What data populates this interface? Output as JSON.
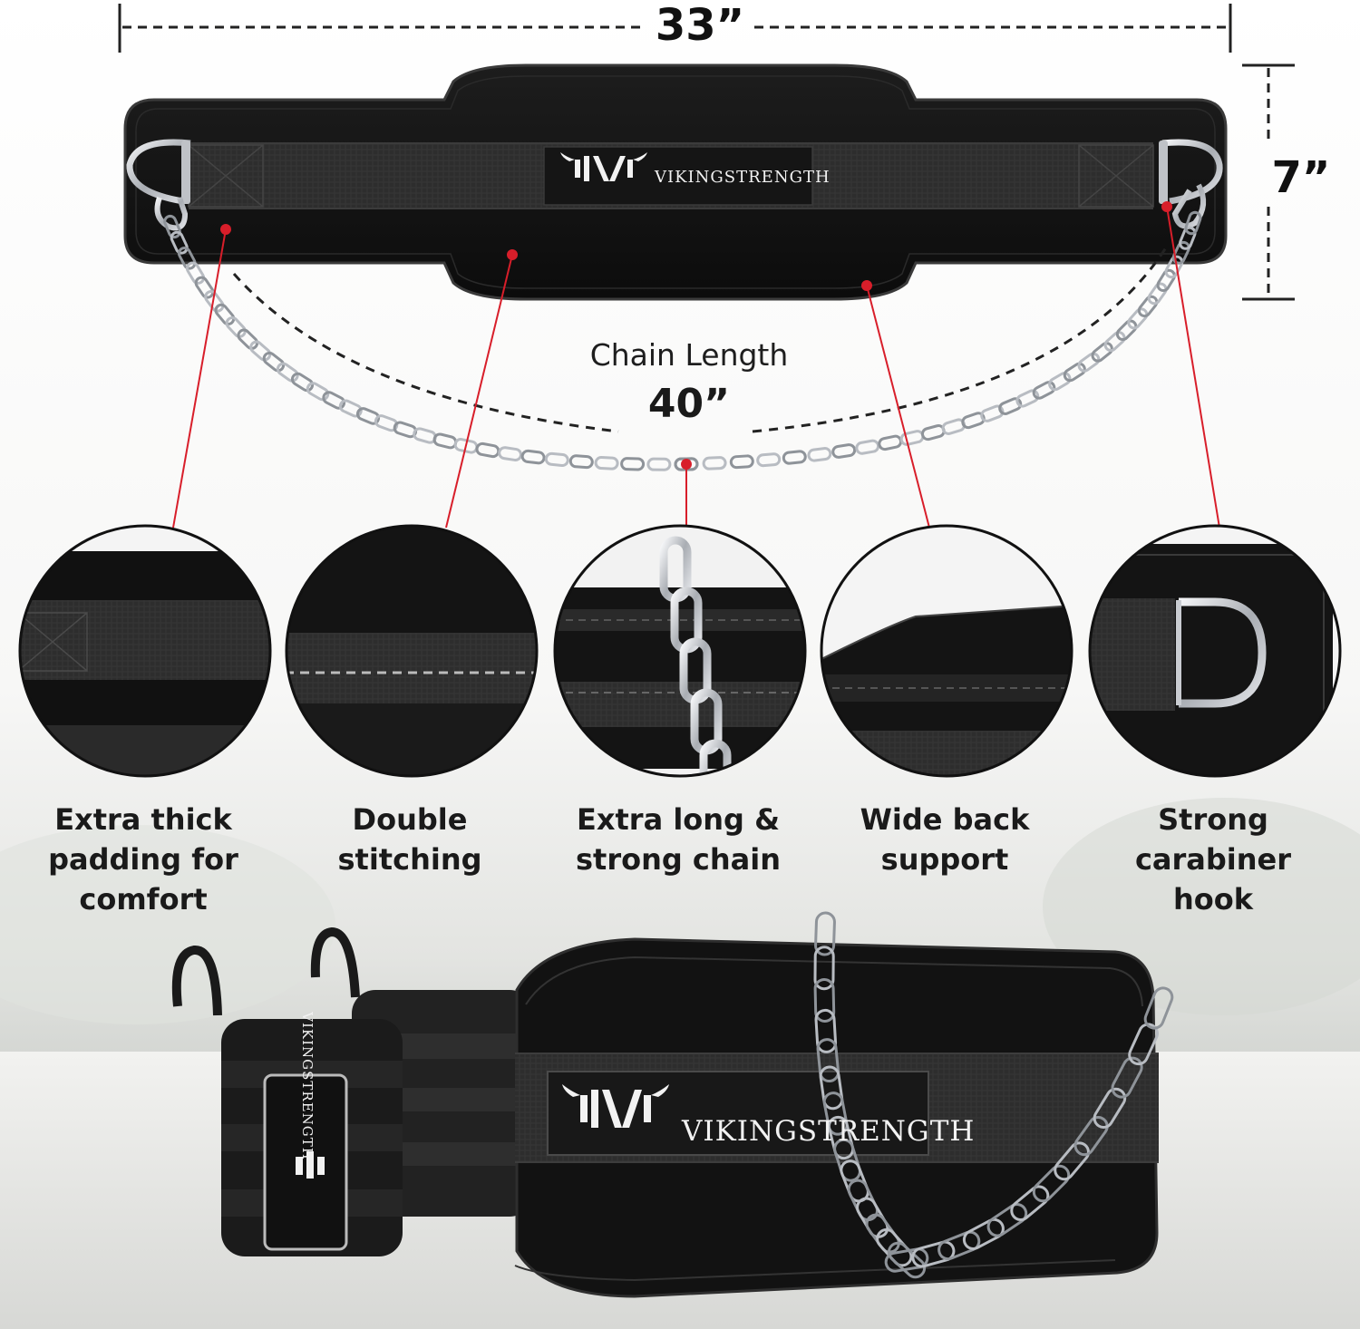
{
  "dimensions": {
    "width_label": "33”",
    "height_label": "7”"
  },
  "chain": {
    "title": "Chain Length",
    "value": "40”"
  },
  "brand": {
    "name": "VIKINGSTRENGTH"
  },
  "features": [
    {
      "line1": "Extra thick",
      "line2": "padding for",
      "line3": "comfort"
    },
    {
      "line1": "Double",
      "line2": "stitching",
      "line3": ""
    },
    {
      "line1": "Extra long &",
      "line2": "strong chain",
      "line3": ""
    },
    {
      "line1": "Wide back",
      "line2": "support",
      "line3": ""
    },
    {
      "line1": "Strong",
      "line2": "carabiner",
      "line3": "hook"
    }
  ],
  "colors": {
    "callout": "#d81e2a",
    "belt": "#141414",
    "strap": "#2c2c2c",
    "chain": "#c9ccd1"
  }
}
